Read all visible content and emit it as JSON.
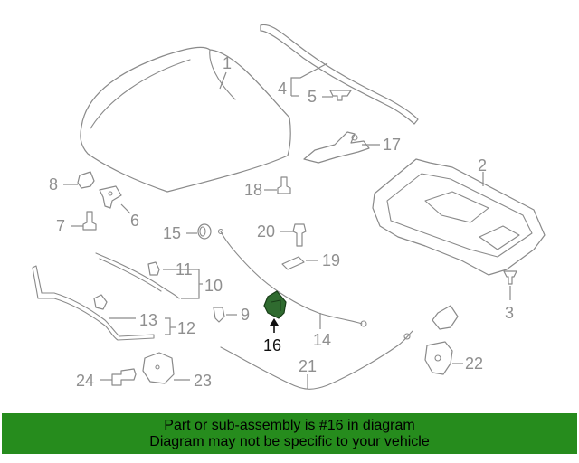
{
  "callouts": {
    "c1": "1",
    "c2": "2",
    "c3": "3",
    "c4": "4",
    "c5": "5",
    "c6": "6",
    "c7": "7",
    "c8": "8",
    "c9": "9",
    "c10": "10",
    "c11": "11",
    "c12": "12",
    "c13": "13",
    "c14": "14",
    "c15": "15",
    "c16": "16",
    "c17": "17",
    "c18": "18",
    "c19": "19",
    "c20": "20",
    "c21": "21",
    "c22": "22",
    "c23": "23",
    "c24": "24"
  },
  "highlighted_part": "16",
  "colors": {
    "banner": "#268c1d",
    "highlight_part": "#2f6b2f",
    "linework": "#8a8a8a"
  },
  "banner": {
    "line1": "Part or sub-assembly is #16 in diagram",
    "line2": "Diagram may not be specific to your vehicle"
  }
}
